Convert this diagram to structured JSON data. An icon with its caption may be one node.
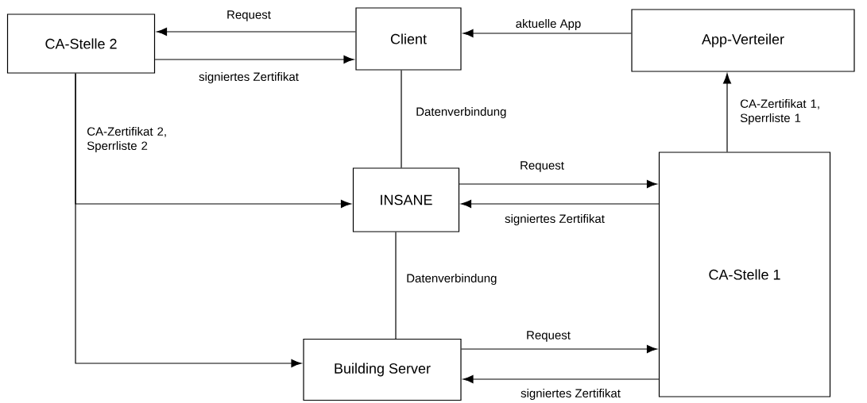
{
  "diagram": {
    "nodes": [
      {
        "text": [
          "CA-Stelle 2"
        ]
      },
      {
        "text": [
          "Client"
        ]
      },
      {
        "text": [
          "App-Verteiler"
        ]
      },
      {
        "text": [
          "INSANE"
        ]
      },
      {
        "text": [
          "CA-Stelle 1"
        ]
      },
      {
        "text": [
          "Building Server"
        ]
      }
    ],
    "edges": [
      {
        "from": 1,
        "to": 0,
        "arrow": "to",
        "label": "Request"
      },
      {
        "from": 0,
        "to": 1,
        "arrow": "to",
        "label": "signiertes Zertifikat"
      },
      {
        "from": 2,
        "to": 1,
        "arrow": "to",
        "label": "aktuelle App"
      },
      {
        "from": 4,
        "to": 2,
        "arrow": "to",
        "label": "CA-Zertifikat 1, Sperrliste 1"
      },
      {
        "from": 1,
        "to": 3,
        "arrow": "none",
        "label": "Datenverbindung"
      },
      {
        "from": 3,
        "to": 4,
        "arrow": "to",
        "label": "Request"
      },
      {
        "from": 4,
        "to": 3,
        "arrow": "to",
        "label": "signiertes Zertifikat"
      },
      {
        "from": 3,
        "to": 5,
        "arrow": "none",
        "label": "Datenverbindung"
      },
      {
        "from": 5,
        "to": 4,
        "arrow": "to",
        "label": "Request"
      },
      {
        "from": 4,
        "to": 5,
        "arrow": "to",
        "label": "signiertes Zertifikat"
      },
      {
        "from": 0,
        "to": 3,
        "arrow": "to",
        "label": "CA-Zertifikat 2, Sperrliste 2"
      },
      {
        "from": 0,
        "to": 5,
        "arrow": "to"
      }
    ]
  }
}
